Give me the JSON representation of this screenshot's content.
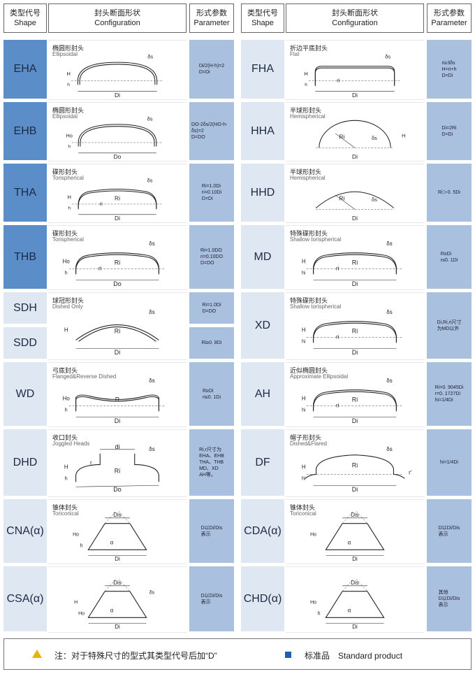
{
  "headers": {
    "shape_zh": "类型代号",
    "shape_en": "Shape",
    "config_zh": "封头断面形状",
    "config_en": "Configuration",
    "param_zh": "形式参数",
    "param_en": "Parameter"
  },
  "left": [
    {
      "code": "EHA",
      "zh": "椭圆形封头",
      "en": "Ellipsoidal",
      "param": "Di/2(H-h)=2\nD=Di",
      "type": "ellipse",
      "labels": [
        "Di",
        "δs",
        "H",
        "h"
      ],
      "dark": true
    },
    {
      "code": "EHB",
      "zh": "椭圆形封头",
      "en": "Ellipsoidal",
      "param": "DO-2δs/2(HO-h- δs)=2\nD=DO",
      "type": "ellipse",
      "labels": [
        "Do",
        "δs",
        "Ho",
        "h"
      ],
      "dark": true
    },
    {
      "code": "THA",
      "zh": "碟形封头",
      "en": "Torispherical",
      "param": "Ri=1.0Di\nri=0.10Di\nD=Di",
      "type": "dish",
      "labels": [
        "Di",
        "δs",
        "H",
        "h",
        "Ri",
        "ri"
      ],
      "dark": true
    },
    {
      "code": "THB",
      "zh": "碟形封头",
      "en": "Torispherical",
      "param": "Ri=1.0DO\nri=0.10DO\nD=DO",
      "type": "dish",
      "labels": [
        "Do",
        "δs",
        "Ho",
        "h",
        "Ri",
        "ri"
      ],
      "dark": true
    },
    {
      "code": "SDH",
      "zh": "球冠形封头",
      "en": "Dished Only",
      "param": "Ri=1.0Di\nD=DO",
      "type": "cap",
      "labels": [
        "Di",
        "δs",
        "H",
        "",
        "Ri"
      ],
      "dark": false,
      "split": true
    },
    {
      "code": "SDD",
      "param": "Ri≥0. 8Di",
      "dark": false,
      "sub": true
    },
    {
      "code": "WD",
      "zh": "弓底封头",
      "en": "Flanged&Reverse Dished",
      "param": "R≥Di\nri≤0. 1Di",
      "type": "reverse",
      "labels": [
        "Di",
        "δs",
        "Ho",
        "h",
        "R"
      ],
      "dark": false
    },
    {
      "code": "DHD",
      "zh": "收口封头",
      "en": "Joggled Heads",
      "param": "Ri,r尺寸为\nEHA、EHB\nTHA、THB\nMD、XD\nAH等。",
      "type": "joggle",
      "labels": [
        "Do",
        "δs",
        "H",
        "h",
        "Ri",
        "r",
        "di"
      ],
      "dark": false
    },
    {
      "code": "CNA(α)",
      "zh": "锥体封头",
      "en": "Toriconical",
      "param": "D以Di/Dis\n表示",
      "type": "cone",
      "labels": [
        "Di",
        "",
        "Ho",
        "h",
        "Dis",
        "α"
      ],
      "dark": false
    },
    {
      "code": "CSA(α)",
      "param": "D以Di/Dis\n表示",
      "type": "cone",
      "labels": [
        "Di",
        "δs",
        "H",
        "Ho",
        "Dis",
        "α"
      ],
      "dark": false
    }
  ],
  "right": [
    {
      "code": "FHA",
      "zh": "折边平底封头",
      "en": "Flat",
      "param": "ri≥3δs\nH=ri+h\nD=Di",
      "type": "flat",
      "labels": [
        "Di",
        "δs",
        "H",
        "h",
        "",
        "ri"
      ]
    },
    {
      "code": "HHA",
      "zh": "半球形封头",
      "en": "Hemispherical",
      "param": "Di=2Ri\nD=Di",
      "type": "hemi",
      "labels": [
        "Di",
        "δs",
        "H",
        "",
        "Ri"
      ]
    },
    {
      "code": "HHD",
      "zh": "半球形封头",
      "en": "Hemispherical",
      "param": "Ri＞0. 5Di",
      "type": "hemi2",
      "labels": [
        "Di",
        "δs",
        "",
        "",
        "Ri"
      ]
    },
    {
      "code": "MD",
      "zh": "特殊碟形封头",
      "en": "Shallow torispherical",
      "param": "R≥Di\nr≤0. 1Di",
      "type": "dish",
      "labels": [
        "Di",
        "δs",
        "H",
        "hi",
        "Ri",
        "ri"
      ]
    },
    {
      "code": "XD",
      "zh": "特殊碟形封头",
      "en": "Shallow torispherical",
      "param": "Di,Ri,ri尺寸\n为MD以外",
      "type": "dish",
      "labels": [
        "Di",
        "δs",
        "H",
        "hi",
        "Ri",
        "ri"
      ]
    },
    {
      "code": "AH",
      "zh": "近似椭圆封头",
      "en": "Approximate Ellipsoidal",
      "param": "Ri=0. 9045Di\nr=0. 1727Di\nhi=1/4Di",
      "type": "dish",
      "labels": [
        "Di",
        "δs",
        "H",
        "hi",
        "Ri",
        "ri"
      ]
    },
    {
      "code": "DF",
      "zh": "帽子形封头",
      "en": "Dished&Flared",
      "param": "hi=1/4Di",
      "type": "flared",
      "labels": [
        "Di",
        "δs",
        "H",
        "hi",
        "Ri",
        "r'"
      ]
    },
    {
      "code": "CDA(α)",
      "zh": "锥体封头",
      "en": "Toriconical",
      "param": "D以Di/Dis\n表示",
      "type": "cone",
      "labels": [
        "Di",
        "",
        "Ho",
        "",
        "Dis",
        "α"
      ]
    },
    {
      "code": "CHD(α)",
      "param": "其他\nD以Di/Dis\n表示",
      "type": "cone",
      "labels": [
        "Di",
        "",
        "Ho",
        "h",
        "Dis",
        "α"
      ]
    }
  ],
  "footer": {
    "note": "注：对于特殊尺寸的型式其类型代号后加“D”",
    "legend": "标准品　Standard product",
    "legend_color": "#1f5fb0"
  }
}
